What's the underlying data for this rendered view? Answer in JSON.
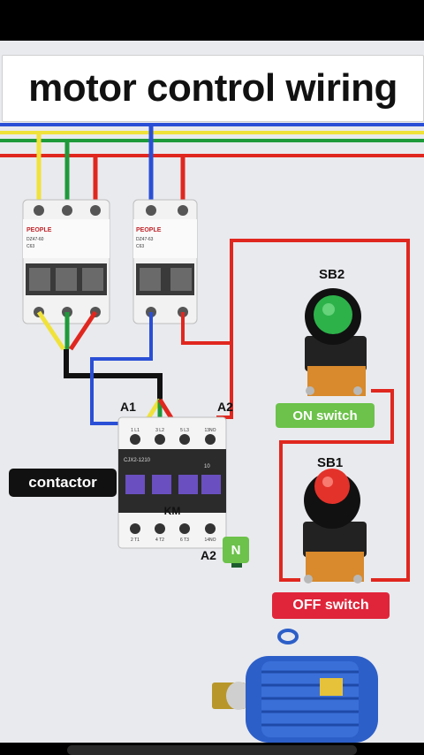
{
  "title": "motor control wiring",
  "breaker1": {
    "brand": "PEOPLE",
    "model": "DZ47-60",
    "rating": "C63"
  },
  "breaker2": {
    "brand": "PEOPLE",
    "model": "DZ47-63",
    "rating": "C63"
  },
  "contactor": {
    "label": "contactor",
    "model": "CJX2-1210",
    "name": "KM",
    "a1": "A1",
    "a2_top": "A2",
    "a2_bottom": "A2",
    "top_terminals": [
      "1 L1",
      "3 L2",
      "5 L3",
      "13NO"
    ],
    "bottom_terminals": [
      "2 T1",
      "4 T2",
      "6 T3",
      "14NO"
    ],
    "aux": "10"
  },
  "neutral_badge": "N",
  "sb2": {
    "label": "SB2",
    "caption": "ON switch"
  },
  "sb1": {
    "label": "SB1",
    "caption": "OFF switch"
  },
  "colors": {
    "phase_l1": "#f0e23a",
    "phase_l2": "#1e9a3a",
    "phase_l3": "#e0271f",
    "neutral": "#2a4fd6",
    "control": "#e0271f",
    "motor": "#2d5fc8",
    "on_green": "#6cc24a",
    "off_red": "#e0253a"
  }
}
